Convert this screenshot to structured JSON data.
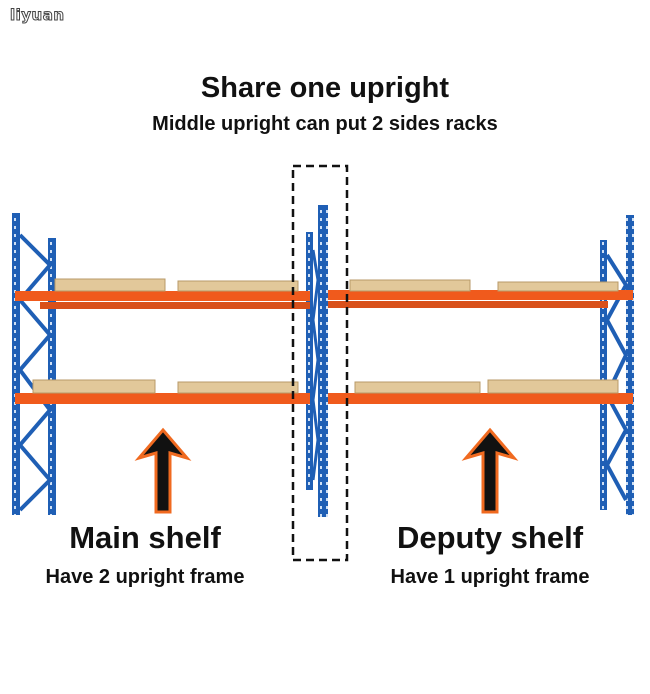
{
  "logo": "liyuan",
  "title": "Share one upright",
  "subtitle": "Middle upright can put 2 sides racks",
  "main_shelf": {
    "label": "Main shelf",
    "desc": "Have 2 upright frame"
  },
  "deputy_shelf": {
    "label": "Deputy shelf",
    "desc": "Have 1 upright frame"
  },
  "colors": {
    "upright": "#1f5fb5",
    "beam": "#f05a1c",
    "pallet": "#e2c89a",
    "arrow": "#111111",
    "arrow_outline": "#f06a20"
  }
}
